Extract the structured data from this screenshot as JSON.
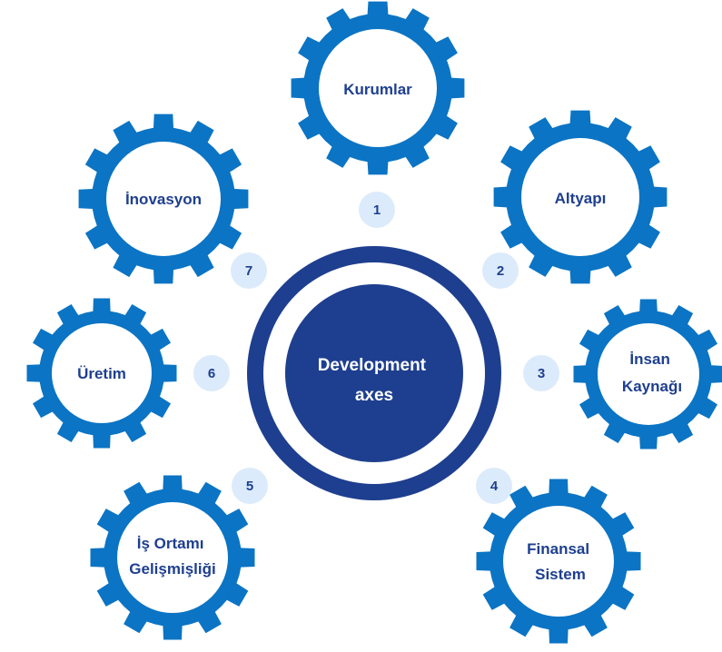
{
  "center": {
    "lines": [
      "Development",
      "axes"
    ]
  },
  "colors": {
    "gear": "#0b74c4",
    "ring": "#1e3f8f",
    "core": "#1e3f8f",
    "badge": "#dcebfb",
    "label": "#1e3f8f"
  },
  "axes": [
    {
      "number": "1",
      "lines": [
        "Kurumlar"
      ]
    },
    {
      "number": "2",
      "lines": [
        "Altyapı"
      ]
    },
    {
      "number": "3",
      "lines": [
        "İnsan",
        "Kaynağı"
      ]
    },
    {
      "number": "4",
      "lines": [
        "Finansal",
        "Sistem"
      ]
    },
    {
      "number": "5",
      "lines": [
        "İş Ortamı",
        "Gelişmişliği"
      ]
    },
    {
      "number": "6",
      "lines": [
        "Üretim"
      ]
    },
    {
      "number": "7",
      "lines": [
        "İnovasyon"
      ]
    }
  ]
}
